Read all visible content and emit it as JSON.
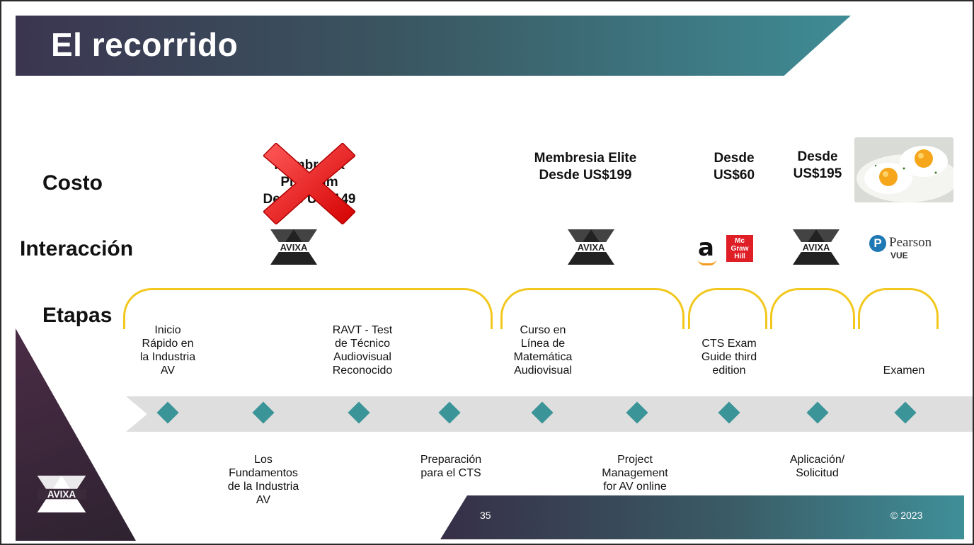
{
  "title": "El recorrido",
  "rows": {
    "costo": "Costo",
    "interaccion": "Interacción",
    "etapas": "Etapas"
  },
  "costs": {
    "first": [
      "Membresía",
      "Premium",
      "Desde US$149"
    ],
    "membresia_elite": [
      "Membresia Elite",
      "Desde US$199"
    ],
    "desde60": [
      "Desde",
      "US$60"
    ],
    "desde195": [
      "Desde",
      "US$195"
    ]
  },
  "logos": {
    "avixa": "AVIXA",
    "amazon": "a",
    "mcgraw": [
      "Mc",
      "Graw",
      "Hill"
    ],
    "pearson": [
      "Pearson",
      "VUE"
    ]
  },
  "stages_top": [
    [
      "Inicio",
      "Rápido en",
      "la Industria",
      "AV"
    ],
    [
      "RAVT - Test",
      "de Técnico",
      "Audiovisual",
      "Reconocido"
    ],
    [
      "Curso en",
      "Línea de",
      "Matemática",
      "Audiovisual"
    ],
    [
      "CTS Exam",
      "Guide third",
      "edition"
    ],
    [
      "Examen"
    ]
  ],
  "stages_bottom": [
    [
      "Los",
      "Fundamentos",
      "de la Industria",
      "AV"
    ],
    [
      "Preparación",
      "para el CTS"
    ],
    [
      "Project",
      "Management",
      "for AV online"
    ],
    [
      "Aplicación/",
      "Solicitud"
    ]
  ],
  "footer": {
    "page": "35",
    "copyright": "© 2023"
  },
  "colors": {
    "teal": "#3a9498",
    "gold": "#f2c81e",
    "plum": "#3b2a3c"
  }
}
